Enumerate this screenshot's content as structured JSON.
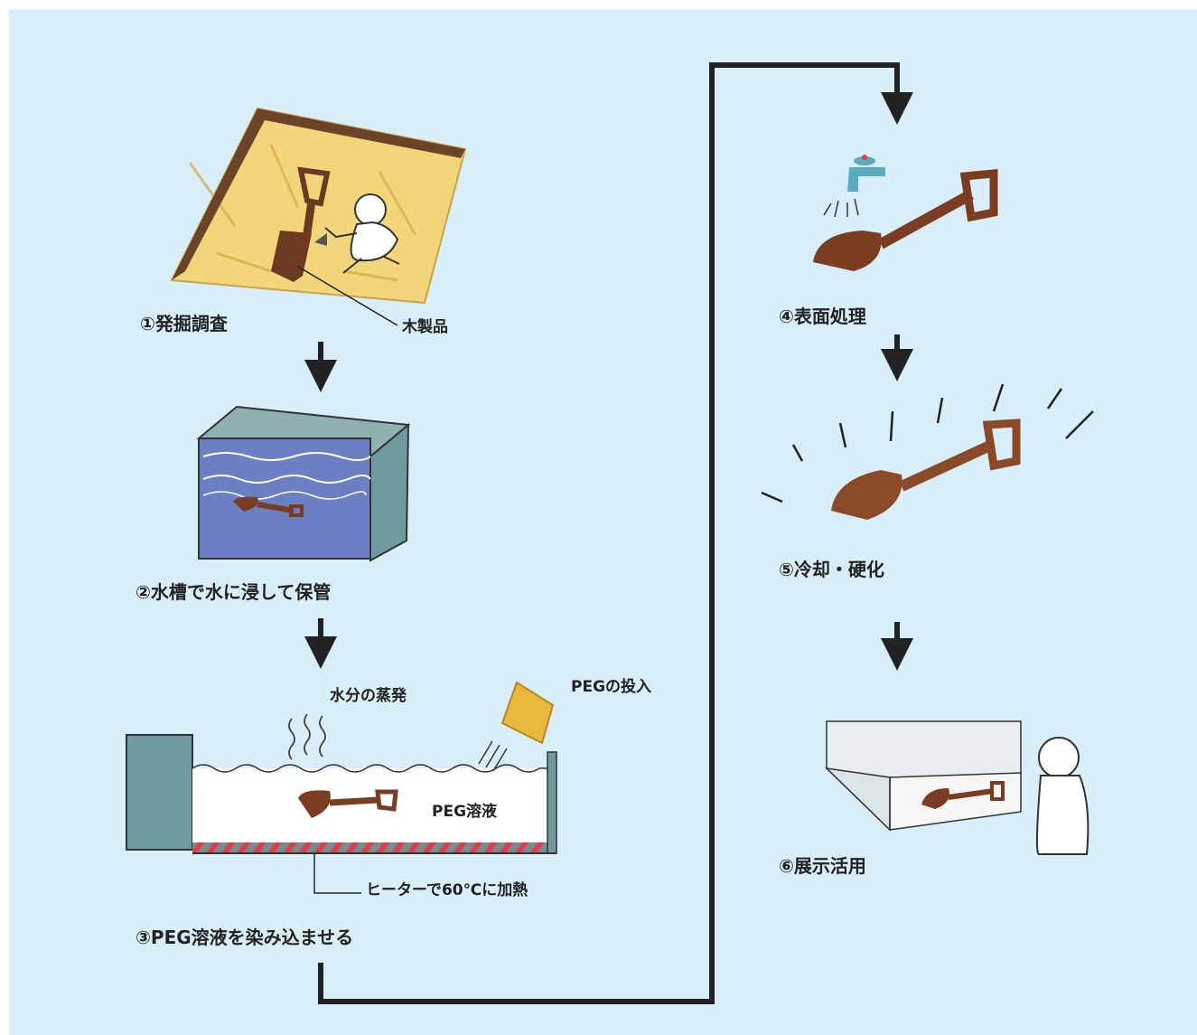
{
  "steps": {
    "s1": "①発掘調査",
    "s2": "②水槽で水に浸して保管",
    "s3": "③PEG溶液を染み込ませる",
    "s4": "④表面処理",
    "s5": "⑤冷却・硬化",
    "s6": "⑥展示活用"
  },
  "notes": {
    "wooden_item": "木製品",
    "evaporation": "水分の蒸発",
    "peg_input": "PEGの投入",
    "peg_solution": "PEG溶液",
    "heater": "ヒーターで60℃に加熱"
  },
  "colors": {
    "background": "#d8eef8",
    "ground": "#f3d679",
    "wood": "#7a3d22",
    "tank_wall": "#6e9c9e",
    "water": "#6b7fc4",
    "heater_stripe": "#d8404a",
    "peg_block": "#e8b83a",
    "line": "#222222"
  }
}
